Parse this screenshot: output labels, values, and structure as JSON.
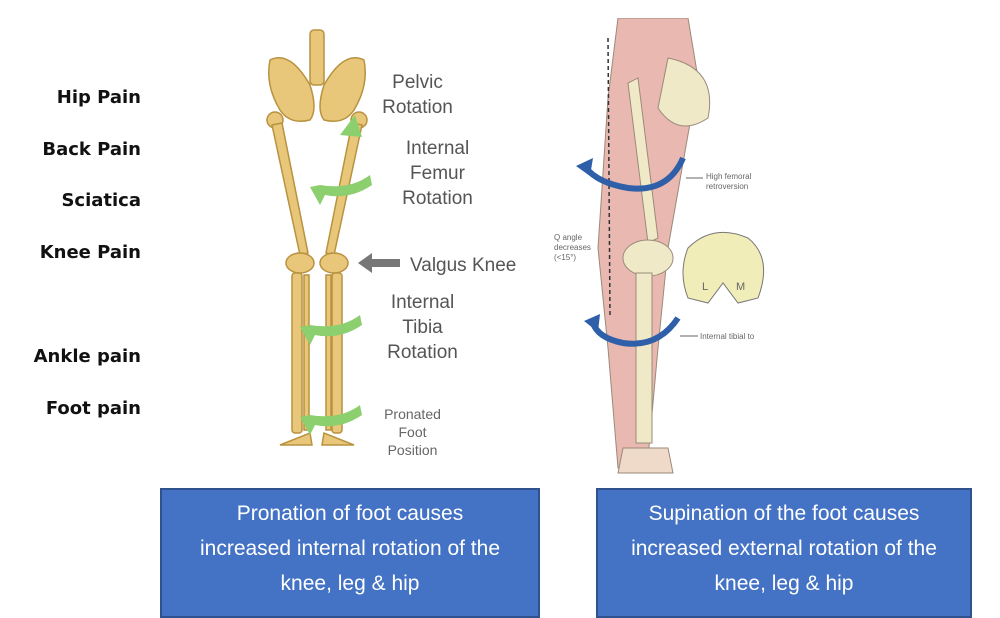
{
  "pain_labels": [
    "Hip Pain",
    "Back Pain",
    "Sciatica",
    "Knee Pain",
    "Ankle pain",
    "Foot pain"
  ],
  "left_diagram": {
    "pelvic": [
      "Pelvic",
      "Rotation"
    ],
    "femur": [
      "Internal",
      "Femur",
      "Rotation"
    ],
    "valgus": "Valgus Knee",
    "tibia": [
      "Internal",
      "Tibia",
      "Rotation"
    ],
    "foot": [
      "Pronated",
      "Foot",
      "Position"
    ]
  },
  "right_diagram": {
    "high_femoral": [
      "High femoral",
      "retroversion"
    ],
    "q_angle": [
      "Q angle",
      "decreases",
      "(<15°)"
    ],
    "internal_tibial": "Internal tibial to",
    "condyle_l": "L",
    "condyle_m": "M"
  },
  "captions": {
    "left": [
      "Pronation of foot causes",
      "increased internal rotation of the",
      "knee, leg & hip"
    ],
    "right": [
      "Supination of the foot causes",
      "increased external rotation of the",
      "knee, leg & hip"
    ]
  },
  "colors": {
    "box": "#4472C4",
    "box_border": "#2F528F",
    "bone": "#E8C77A",
    "arrow_green": "#8CCF6E",
    "arrow_blue": "#2E5FA8"
  }
}
